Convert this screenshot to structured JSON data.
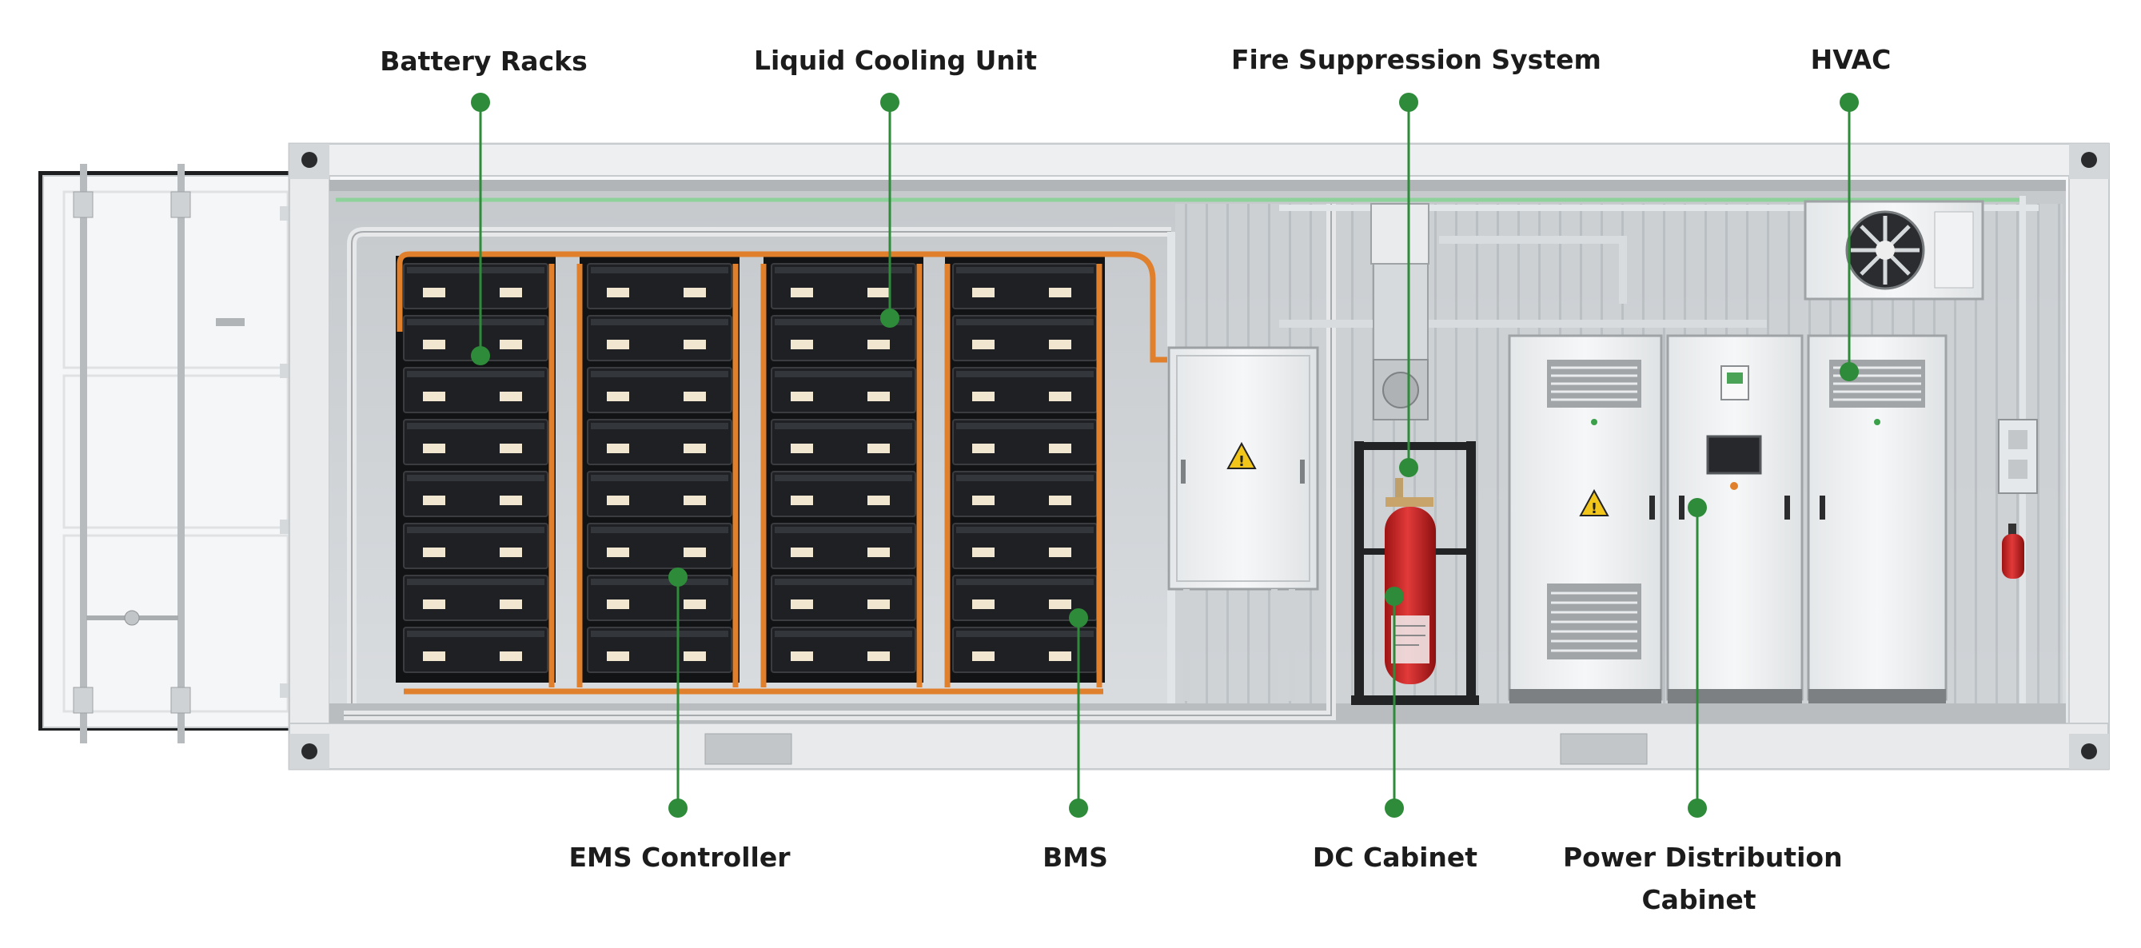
{
  "labels": {
    "battery_racks": "Battery Racks",
    "liquid_cooling_unit": "Liquid Cooling Unit",
    "fire_suppression_system": "Fire Suppression System",
    "hvac": "HVAC",
    "ems_controller": "EMS Controller",
    "bms": "BMS",
    "dc_cabinet": "DC Cabinet",
    "power_distribution_line1": "Power Distribution",
    "power_distribution_line2": "Cabinet"
  },
  "colors": {
    "callout": "#2e8b3a",
    "container_body": "#f1f3f4",
    "container_frame": "#d9dcde",
    "interior": "#cfd3d6",
    "battery_module": "#1b1c1e",
    "cooling_pipe": "#e07f2c",
    "extinguisher": "#d42525",
    "cabinet": "#eceeef",
    "warning": "#f2c51b"
  },
  "icons": {
    "warning": "warning-triangle-icon",
    "fan": "fan-icon"
  }
}
